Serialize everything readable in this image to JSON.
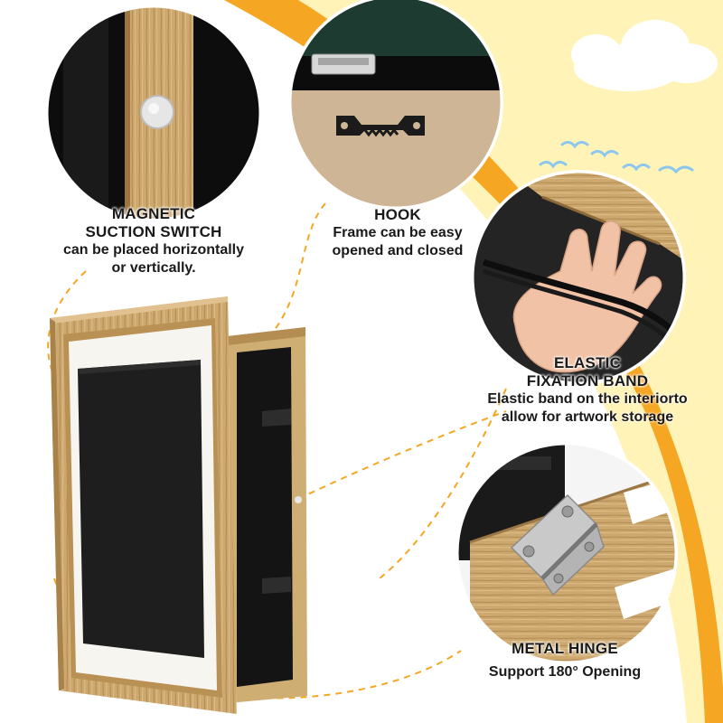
{
  "features": [
    {
      "title_line1": "MAGNETIC",
      "title_line2": "SUCTION SWITCH",
      "desc_line1": "can be placed horizontally",
      "desc_line2": "or vertically."
    },
    {
      "title_line1": "HOOK",
      "desc_line1": "Frame can be easy",
      "desc_line2": "opened and closed"
    },
    {
      "title_line1": "ELASTIC",
      "title_line2": "FIXATION BAND",
      "desc_line1": "Elastic band on the interiorto",
      "desc_line2": "allow for artwork storage"
    },
    {
      "title_line1": "METAL HINGE",
      "desc_line1": "Support 180° Opening"
    }
  ],
  "icons": [
    "magnet-icon",
    "hook-icon",
    "elastic-band-icon",
    "hinge-icon",
    "cloud-icon",
    "bird-icon"
  ],
  "colors": {
    "background_yellow": "#fff3b8",
    "accent_orange": "#f5a623",
    "wood": "#c9a46a",
    "wood_dark": "#a07a45",
    "mat_white": "#f7f5ef",
    "backing_black": "#1e1e1e",
    "text": "#1a1a1a"
  }
}
